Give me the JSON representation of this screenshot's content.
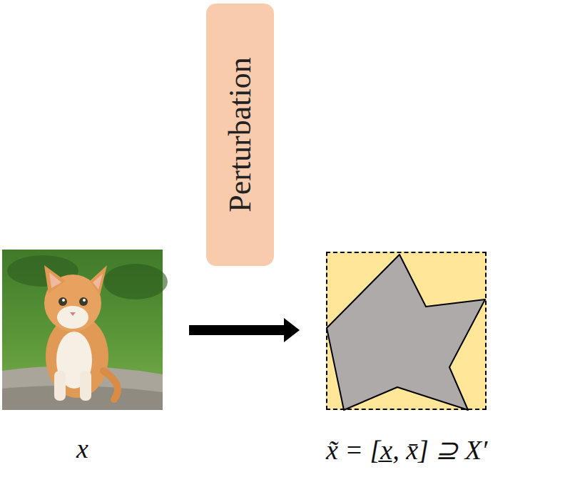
{
  "diagram": {
    "nodes": [
      {
        "text": [
          "Perturbation"
        ]
      },
      {
        "text": [
          "x"
        ]
      },
      {
        "text": [
          "x̃ = [x̲, x̄] ⊇ X′"
        ]
      }
    ],
    "edges": [
      {
        "from": 1,
        "to": 2,
        "arrow": "to"
      }
    ]
  }
}
